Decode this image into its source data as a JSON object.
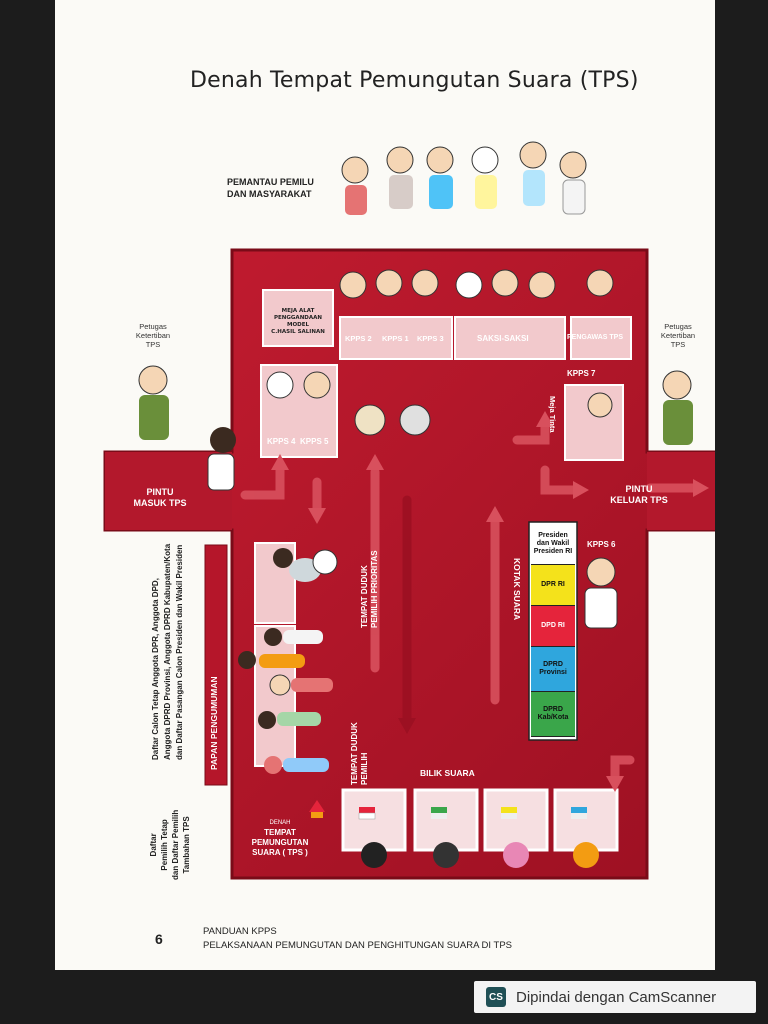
{
  "title": "Denah Tempat Pemungutan Suara (TPS)",
  "observers_label_1": "PEMANTAU PEMILU",
  "observers_label_2": "DAN MASYARAKAT",
  "meja_alat": [
    "MEJA ALAT",
    "PENGGANDAAN",
    "MODEL",
    "C.HASIL SALINAN"
  ],
  "kpps": {
    "k1": "KPPS 1",
    "k2": "KPPS 2",
    "k3": "KPPS 3",
    "k4": "KPPS 4",
    "k5": "KPPS 5",
    "k6": "KPPS 6",
    "k7": "KPPS 7"
  },
  "saksi": "SAKSI-SAKSI",
  "pengawas": "PENGAWAS TPS",
  "petugas_left": [
    "Petugas",
    "Ketertiban",
    "TPS"
  ],
  "petugas_right": [
    "Petugas",
    "Ketertiban",
    "TPS"
  ],
  "meja_tinta": "Meja Tinta",
  "pintu_masuk": [
    "PINTU",
    "MASUK TPS"
  ],
  "pintu_keluar": [
    "PINTU",
    "KELUAR TPS"
  ],
  "tempat_duduk_prioritas": [
    "TEMPAT DUDUK",
    "PEMILIH PRIORITAS"
  ],
  "tempat_duduk_pemilih": [
    "TEMPAT DUDUK",
    "PEMILIH"
  ],
  "kotak_suara": "KOTAK SUARA",
  "ballot_boxes": [
    {
      "label": [
        "Presiden",
        "dan Wakil",
        "Presiden RI"
      ],
      "color": "#ffffff",
      "text": "#111111"
    },
    {
      "label": [
        "DPR RI"
      ],
      "color": "#f4e21b",
      "text": "#111111"
    },
    {
      "label": [
        "DPD RI"
      ],
      "color": "#e5243b",
      "text": "#ffffff"
    },
    {
      "label": [
        "DPRD",
        "Provinsi"
      ],
      "color": "#2fa6dd",
      "text": "#111111"
    },
    {
      "label": [
        "DPRD",
        "Kab/Kota"
      ],
      "color": "#3aa64a",
      "text": "#111111"
    }
  ],
  "bilik_suara": "BILIK SUARA",
  "papan": "PAPAN PENGUMUMAN",
  "daftar_calon": [
    "Daftar Calon Tetap Anggota DPR, Anggota DPD,",
    "Anggota DPRD Provinsi, Anggota DPRD Kabupaten/Kota",
    "dan Daftar Pasangan Calon Presiden dan Wakil Presiden"
  ],
  "daftar_pemilih": [
    "Daftar",
    "Pemilih Tetap",
    "dan Daftar Pemilih",
    "Tambahan TPS"
  ],
  "logo_text": [
    "DENAH",
    "TEMPAT",
    "PEMUNGUTAN",
    "SUARA ( TPS )"
  ],
  "page_number": "6",
  "footer_1": "PANDUAN KPPS",
  "footer_2": "PELAKSANAAN PEMUNGUTAN DAN PENGHITUNGAN SUARA DI TPS",
  "scanner": "Dipindai dengan CamScanner",
  "scanner_logo": "CS",
  "colors": {
    "room": "#b5162a",
    "room_dark": "#8e0f20",
    "panel": "#f2c9cc",
    "accent": "#f39c12"
  }
}
